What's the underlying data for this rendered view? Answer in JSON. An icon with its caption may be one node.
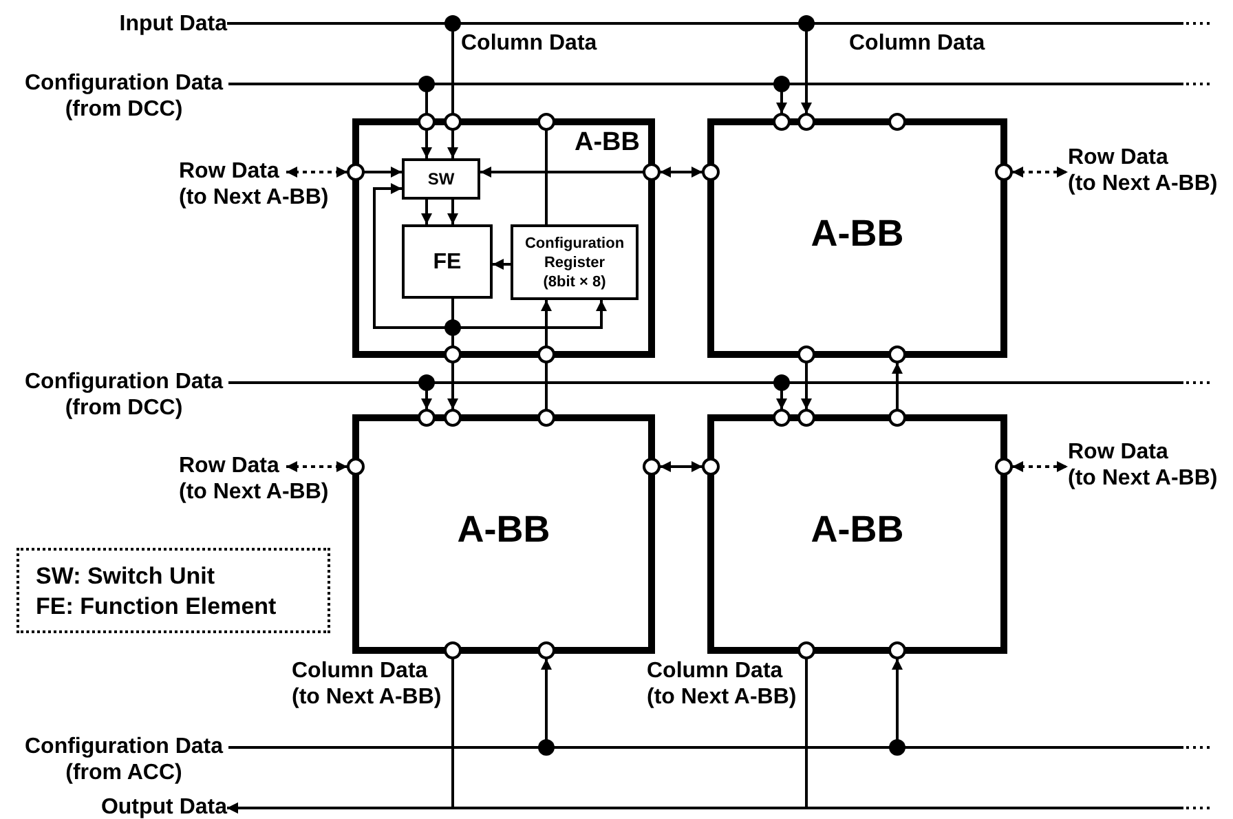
{
  "diagram": {
    "nodes": [
      {
        "text": [
          "A-BB"
        ]
      },
      {
        "text": [
          "SW"
        ],
        "in": 0
      },
      {
        "text": [
          "FE"
        ],
        "in": 0
      },
      {
        "text": [
          "Configuration Register",
          "(8bit × 8)"
        ],
        "in": 0
      },
      {
        "text": [
          "A-BB"
        ]
      },
      {
        "text": [
          "A-BB"
        ]
      },
      {
        "text": [
          "A-BB"
        ]
      },
      {
        "text": [
          "Input Data"
        ]
      },
      {
        "text": [
          "Configuration Data"
        ],
        "beside": [
          "(from DCC)"
        ]
      },
      {
        "text": [
          "Row Data"
        ],
        "beside": [
          "(to Next A-BB)"
        ]
      },
      {
        "text": [
          "Row Data"
        ],
        "beside": [
          "(to Next A-BB)"
        ]
      },
      {
        "text": [
          "Configuration Data"
        ],
        "beside": [
          "(from DCC)"
        ]
      },
      {
        "text": [
          "Row Data"
        ],
        "beside": [
          "(to Next A-BB)"
        ]
      },
      {
        "text": [
          "Row Data"
        ],
        "beside": [
          "(to Next A-BB)"
        ]
      },
      {
        "text": [
          "Configuration Data"
        ],
        "beside": [
          "(from ACC)"
        ]
      },
      {
        "text": [
          "Output Data"
        ]
      },
      {
        "text": [
          "SW: Switch Unit",
          "FE: Function Element"
        ]
      }
    ],
    "edges": [
      {
        "from": 7,
        "to": 1,
        "arrow": "to"
      },
      {
        "from": 7,
        "to": 4,
        "arrow": "to"
      },
      {
        "from": 8,
        "to": 1,
        "arrow": "to"
      },
      {
        "from": 8,
        "to": 4,
        "arrow": "to"
      },
      {
        "from": 9,
        "to": 0,
        "arrow": "both",
        "style": "dashed"
      },
      {
        "from": 0,
        "to": 1,
        "arrow": "to"
      },
      {
        "from": 4,
        "to": 0,
        "arrow": "both"
      },
      {
        "from": 0,
        "to": 1,
        "arrow": "to"
      },
      {
        "from": 4,
        "to": 10,
        "arrow": "both",
        "style": "dashed"
      },
      {
        "from": 1,
        "to": 2,
        "arrow": "to"
      },
      {
        "from": 1,
        "to": 2,
        "arrow": "to"
      },
      {
        "from": 3,
        "to": 2,
        "arrow": "to"
      },
      {
        "from": 2,
        "to": 1,
        "arrow": "to"
      },
      {
        "from": 2,
        "to": 3,
        "arrow": "to"
      },
      {
        "from": 3,
        "to": 0,
        "arrow": "other"
      },
      {
        "from": 2,
        "to": 5,
        "arrow": "to"
      },
      {
        "from": 5,
        "to": 3,
        "arrow": "to"
      },
      {
        "from": 11,
        "to": 5,
        "arrow": "to"
      },
      {
        "from": 11,
        "to": 6,
        "arrow": "to"
      },
      {
        "from": 4,
        "to": 6,
        "arrow": "to"
      },
      {
        "from": 6,
        "to": 4,
        "arrow": "to"
      },
      {
        "from": 12,
        "to": 5,
        "arrow": "both",
        "style": "dashed"
      },
      {
        "from": 5,
        "to": 6,
        "arrow": "both"
      },
      {
        "from": 6,
        "to": 13,
        "arrow": "both",
        "style": "dashed"
      },
      {
        "from": 5,
        "to": 15,
        "arrow": "to"
      },
      {
        "from": 6,
        "to": 15,
        "arrow": "to"
      },
      {
        "from": 14,
        "to": 5,
        "arrow": "to"
      },
      {
        "from": 14,
        "to": 6,
        "arrow": "to"
      }
    ],
    "labels": [
      "Column Data",
      "Column Data",
      "Column Data (to Next A-BB)",
      "Column Data (to Next A-BB)"
    ]
  }
}
